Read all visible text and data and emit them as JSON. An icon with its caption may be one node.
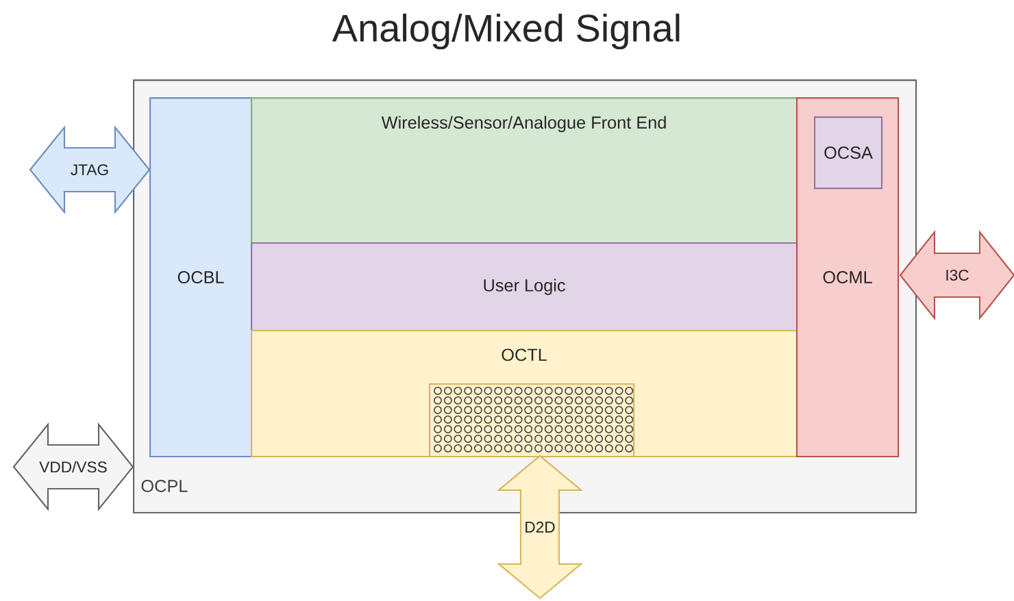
{
  "diagram": {
    "title": "Analog/Mixed Signal",
    "nodes": [
      {
        "text": [
          "OCPL"
        ]
      },
      {
        "text": [
          "OCBL"
        ],
        "in": 0
      },
      {
        "text": [
          "Wireless/Sensor/Analogue Front End"
        ],
        "in": 0
      },
      {
        "text": [
          "User Logic"
        ],
        "in": 0
      },
      {
        "text": [
          "OCTL"
        ],
        "in": 0
      },
      {
        "text": [],
        "shape": "picture",
        "in": 4
      },
      {
        "text": [
          "OCML"
        ],
        "in": 0
      },
      {
        "text": [
          "OCSA"
        ],
        "in": 6
      },
      {
        "text": [
          "JTAG"
        ]
      },
      {
        "text": [
          "I3C"
        ]
      },
      {
        "text": [
          "VDD/VSS"
        ]
      },
      {
        "text": [
          "D2D"
        ]
      }
    ]
  }
}
